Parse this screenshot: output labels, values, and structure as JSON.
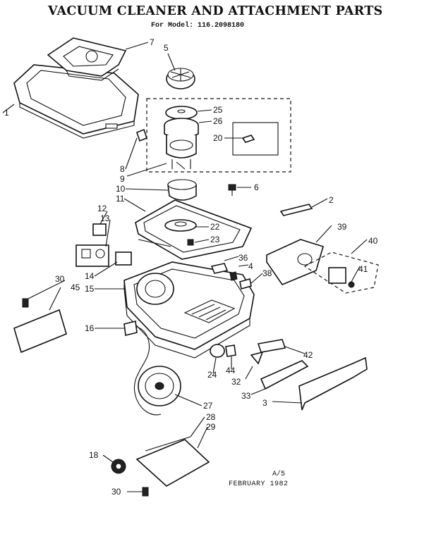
{
  "title": "VACUUM CLEANER AND ATTACHMENT PARTS",
  "subtitle": "For Model: 116.2098180",
  "footer": {
    "page": "A/5",
    "date": "FEBRUARY  1982"
  },
  "callouts": [
    "1",
    "2",
    "3",
    "4",
    "5",
    "6",
    "7",
    "8",
    "9",
    "10",
    "11",
    "12",
    "13",
    "14",
    "15",
    "16",
    "18",
    "20",
    "22",
    "23",
    "24",
    "25",
    "26",
    "27",
    "28",
    "29",
    "30",
    "30",
    "32",
    "33",
    "36",
    "38",
    "39",
    "40",
    "41",
    "42",
    "44",
    "45"
  ]
}
